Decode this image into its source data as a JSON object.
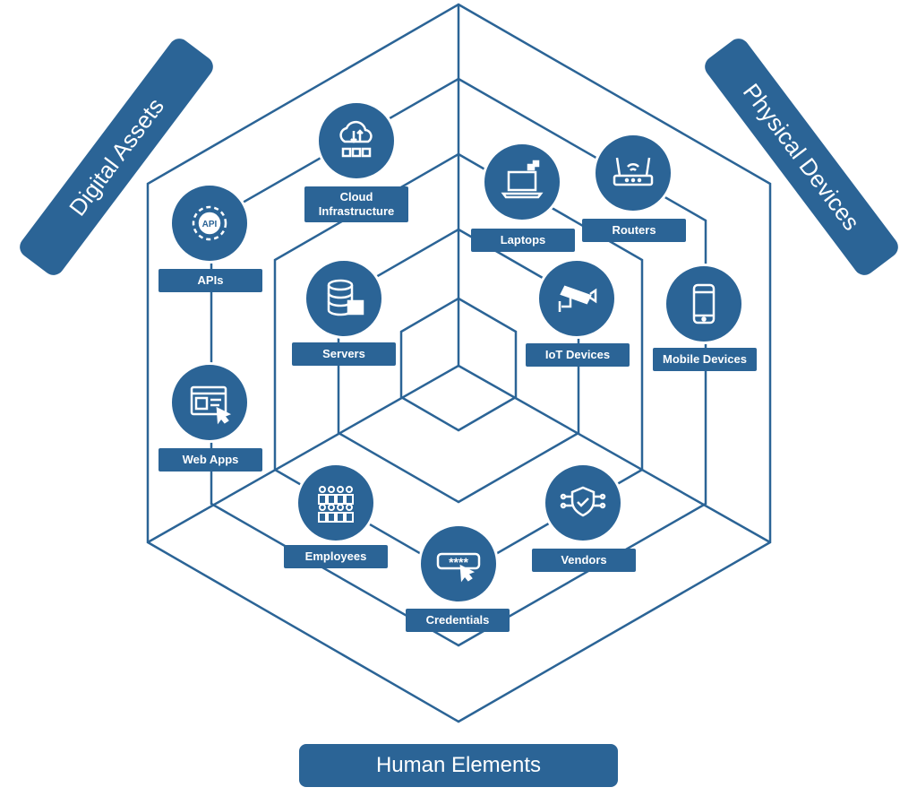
{
  "colors": {
    "primary": "#2b6496",
    "line": "#2b6496",
    "background": "#ffffff"
  },
  "categories": {
    "digital": "Digital Assets",
    "physical": "Physical Devices",
    "human": "Human Elements"
  },
  "nodes": {
    "cloud": {
      "label": "Cloud Infrastructure",
      "icon": "cloud-transfer-icon"
    },
    "apis": {
      "label": "APIs",
      "icon": "api-gear-icon"
    },
    "servers": {
      "label": "Servers",
      "icon": "server-database-icon"
    },
    "web_apps": {
      "label": "Web Apps",
      "icon": "browser-window-icon"
    },
    "laptops": {
      "label": "Laptops",
      "icon": "laptop-icon"
    },
    "routers": {
      "label": "Routers",
      "icon": "router-icon"
    },
    "iot": {
      "label": "IoT Devices",
      "icon": "security-camera-icon"
    },
    "mobile": {
      "label": "Mobile Devices",
      "icon": "smartphone-icon"
    },
    "employees": {
      "label": "Employees",
      "icon": "people-group-icon"
    },
    "credentials": {
      "label": "Credentials",
      "icon": "password-field-icon"
    },
    "vendors": {
      "label": "Vendors",
      "icon": "shield-network-icon"
    }
  }
}
